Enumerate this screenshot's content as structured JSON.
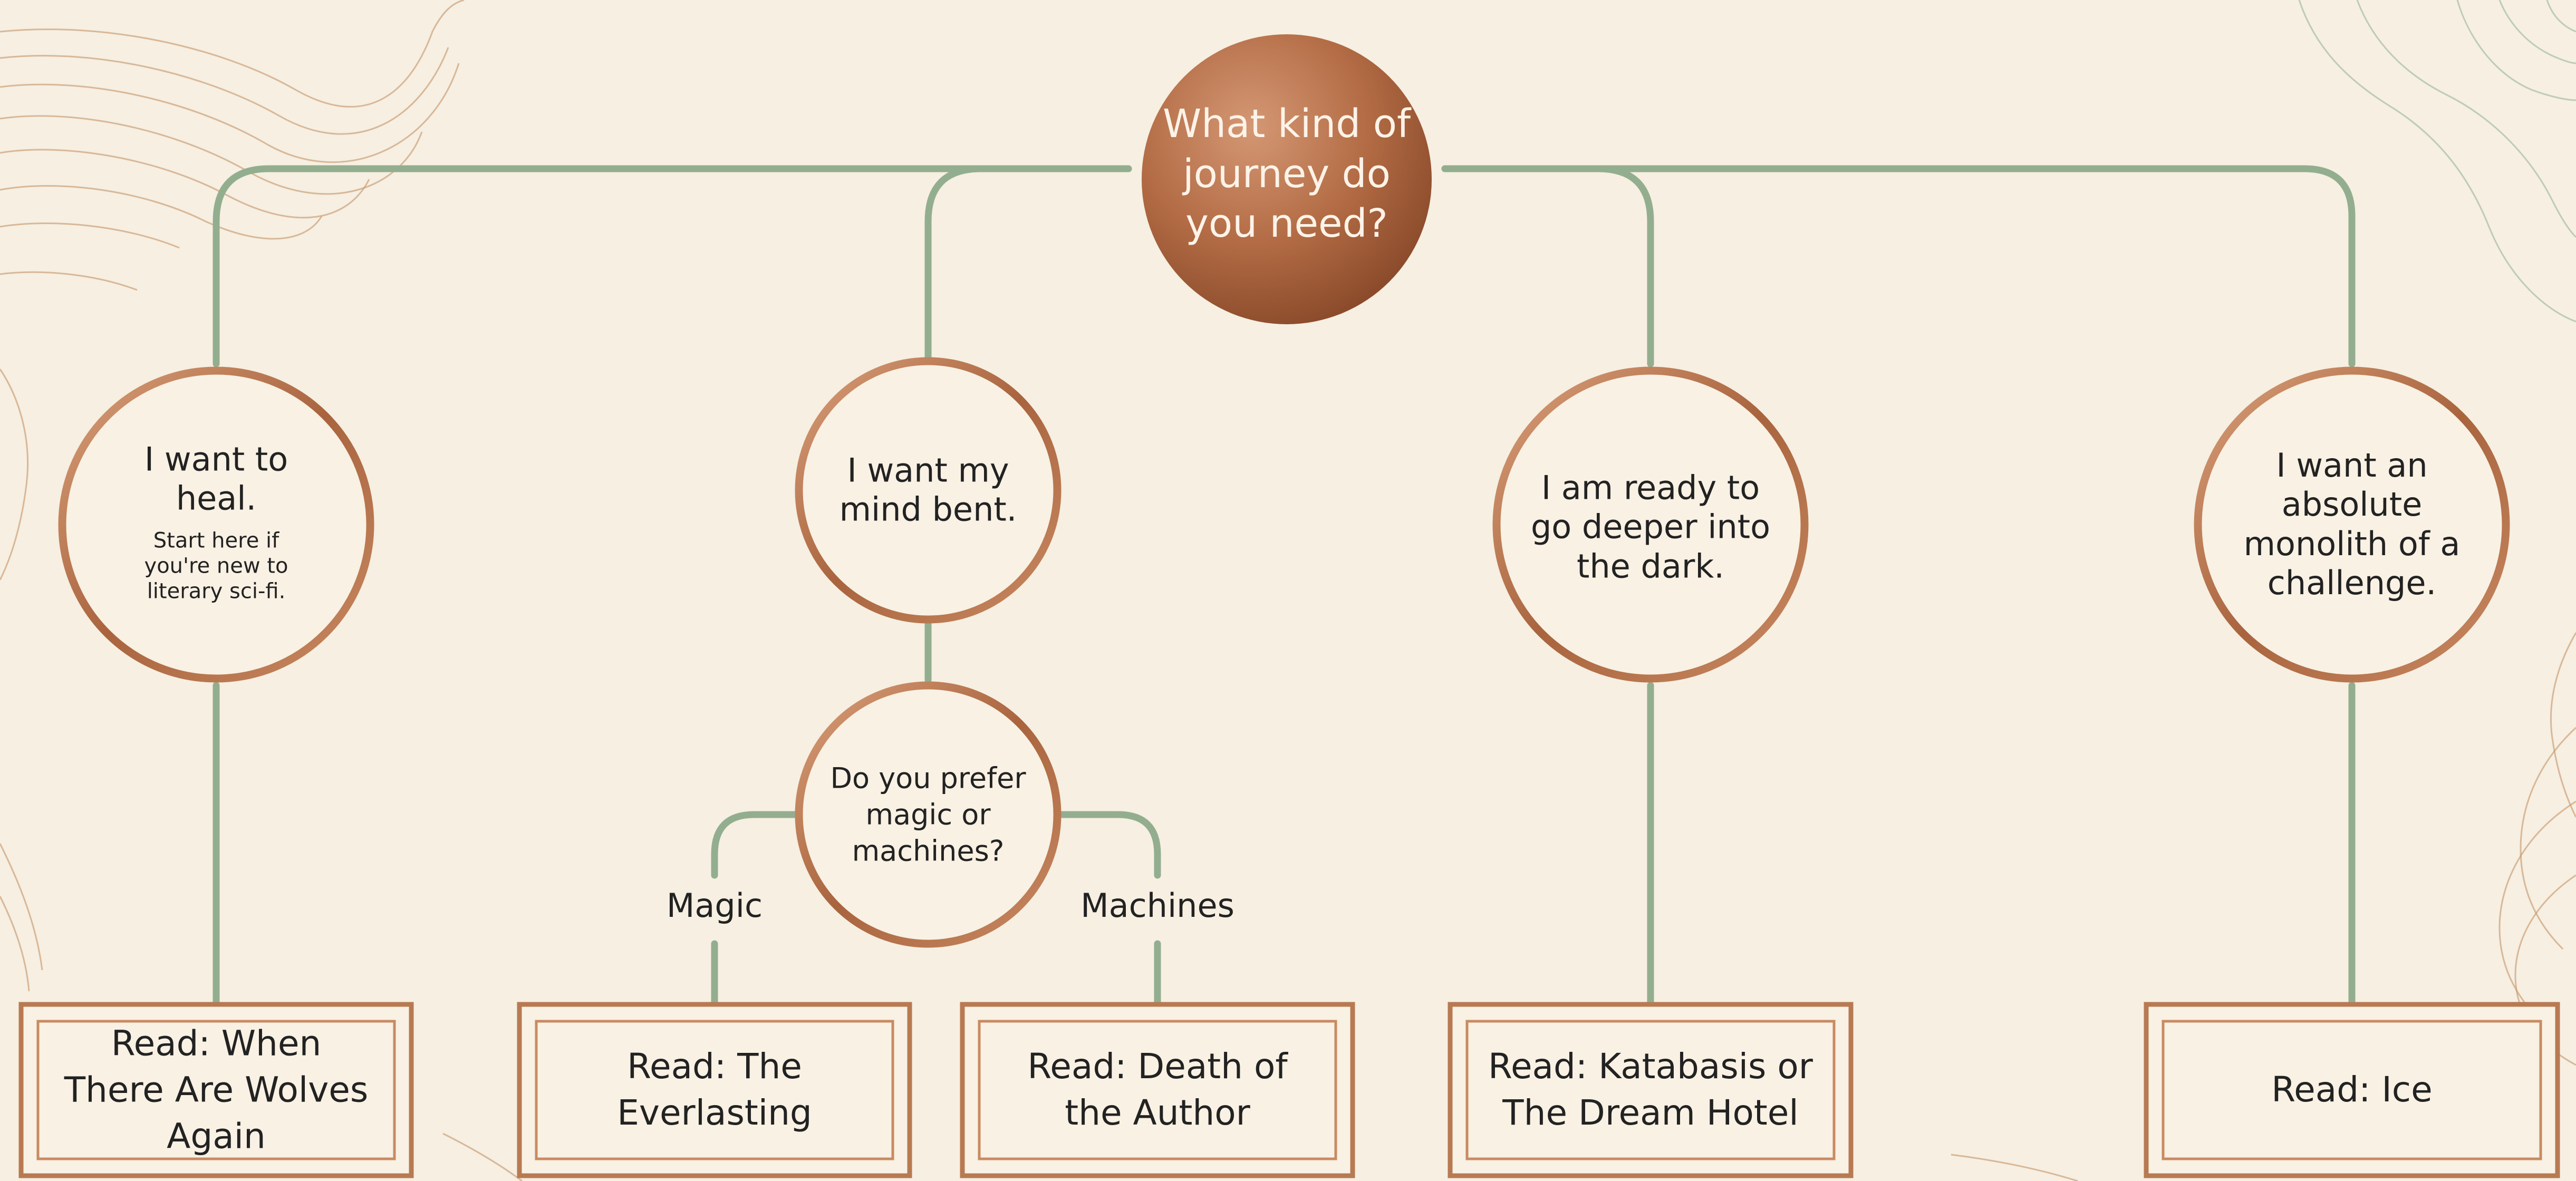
{
  "flowchart": {
    "root": {
      "label": "What kind of journey do you need?"
    },
    "options": [
      {
        "question": "I want to heal.",
        "note": "Start here if you're new to literary sci-fi.",
        "recommendation": "Read: When There Are Wolves Again"
      },
      {
        "question": "I want my mind bent.",
        "sub_question": "Do you prefer magic or machines?",
        "branches": [
          {
            "label": "Magic",
            "recommendation": "Read: The Everlasting"
          },
          {
            "label": "Machines",
            "recommendation": "Read: Death of the Author"
          }
        ]
      },
      {
        "question": "I am ready to go deeper into the dark.",
        "recommendation": "Read: Katabasis or The Dream Hotel"
      },
      {
        "question": "I want an absolute monolith of a challenge.",
        "recommendation": "Read: Ice"
      }
    ]
  },
  "colors": {
    "background": "#f6efe2",
    "connector": "#93ae8f",
    "copper": "#b46f48",
    "root_fill": "#b36c45"
  }
}
